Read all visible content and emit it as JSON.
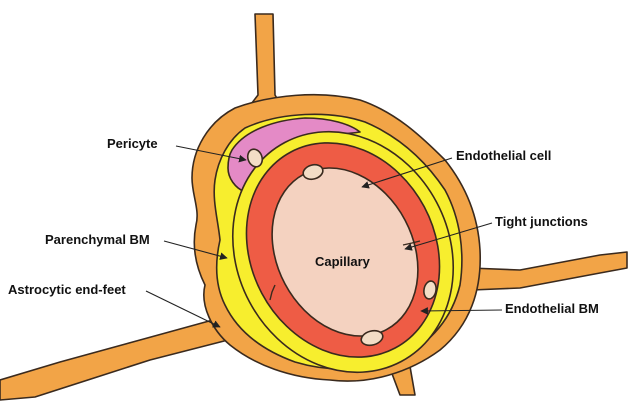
{
  "labels": {
    "pericyte": "Pericyte",
    "parenchymal_bm": "Parenchymal BM",
    "astrocytic_end_feet": "Astrocytic end-feet",
    "endothelial_cell": "Endothelial cell",
    "tight_junctions": "Tight junctions",
    "endothelial_bm": "Endothelial BM",
    "capillary": "Capillary"
  },
  "colors": {
    "astrocyte": "#F2A447",
    "parenchymal_bm": "#F7EE2E",
    "pericyte": "#E48AC6",
    "endothelial_bm": "#F7EE2E",
    "endothelial_cell": "#EE5C45",
    "capillary_lumen": "#F4D2C0",
    "nucleus": "#F3DDC6"
  }
}
